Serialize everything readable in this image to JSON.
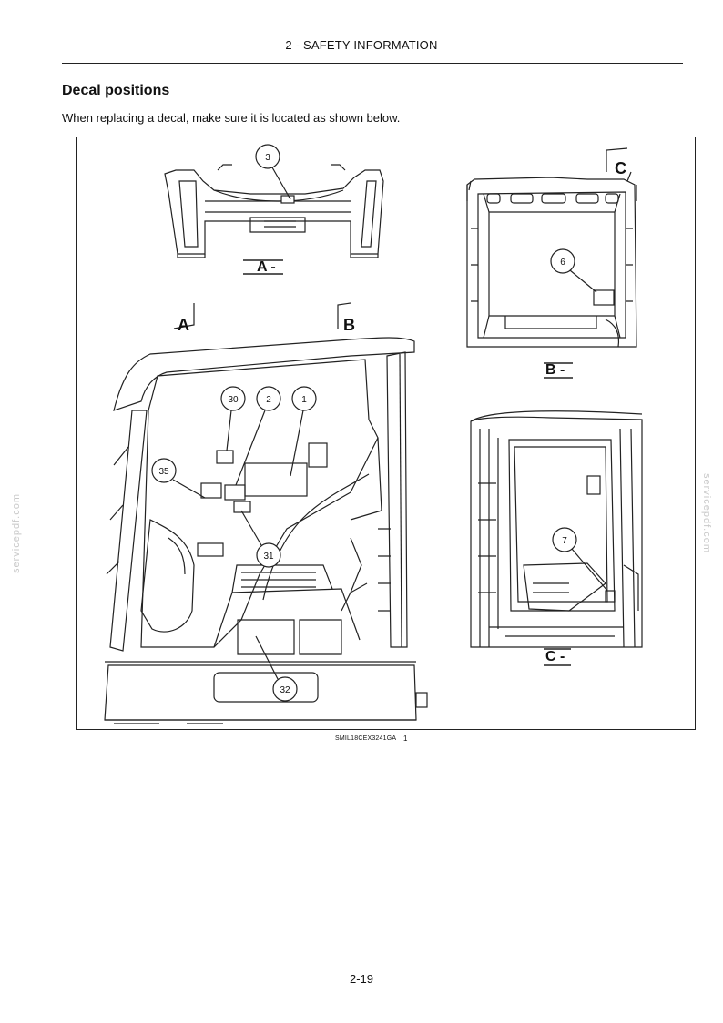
{
  "header": {
    "section": "2 - SAFETY INFORMATION"
  },
  "section": {
    "title": "Decal positions",
    "intro": "When replacing a decal, make sure it is located as shown below."
  },
  "figure": {
    "views": {
      "a_caption": "A -",
      "b_caption": "B -",
      "c_caption": "C -",
      "marker_a": "A",
      "marker_b": "B",
      "marker_c": "C"
    },
    "callouts": {
      "c1": "1",
      "c2": "2",
      "c3": "3",
      "c6": "6",
      "c7": "7",
      "c30": "30",
      "c31": "31",
      "c32": "32",
      "c35": "35"
    },
    "code": "SMIL18CEX3241GA",
    "number": "1"
  },
  "watermark": "servicepdf.com",
  "footer": {
    "page": "2-19"
  }
}
